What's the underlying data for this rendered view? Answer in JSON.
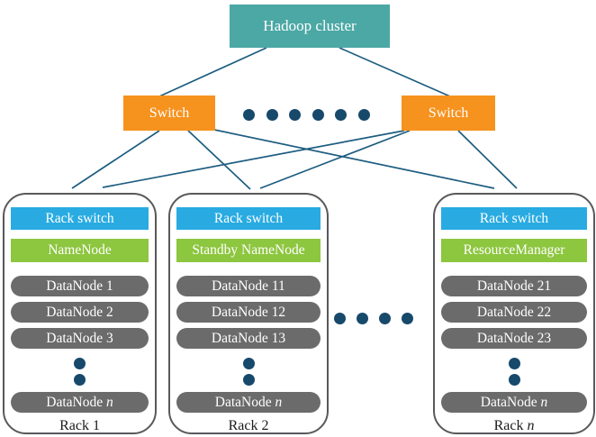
{
  "diagram": {
    "cluster_label": "Hadoop cluster",
    "switch_left_label": "Switch",
    "switch_right_label": "Switch",
    "colors": {
      "cluster_teal": "#4ba8a5",
      "switch_orange": "#f6921e",
      "rack_switch_blue": "#29abe2",
      "master_green": "#8dc63f",
      "datanode_gray": "#6b6b6b",
      "connector_line": "#1d5d80",
      "ellipsis_dot": "#17496b"
    }
  },
  "racks": [
    {
      "switch_label": "Rack switch",
      "master_label": "NameNode",
      "datanodes": [
        "DataNode 1",
        "DataNode 2",
        "DataNode 3"
      ],
      "datanode_n": {
        "text": "DataNode ",
        "suffix": "n"
      },
      "label": {
        "text": "Rack 1",
        "suffix": ""
      }
    },
    {
      "switch_label": "Rack switch",
      "master_label": "Standby NameNode",
      "datanodes": [
        "DataNode 11",
        "DataNode 12",
        "DataNode 13"
      ],
      "datanode_n": {
        "text": "DataNode ",
        "suffix": "n"
      },
      "label": {
        "text": "Rack 2",
        "suffix": ""
      }
    },
    {
      "switch_label": "Rack switch",
      "master_label": "ResourceManager",
      "datanodes": [
        "DataNode 21",
        "DataNode 22",
        "DataNode 23"
      ],
      "datanode_n": {
        "text": "DataNode ",
        "suffix": "n"
      },
      "label": {
        "text": "Rack ",
        "suffix": "n"
      }
    }
  ]
}
